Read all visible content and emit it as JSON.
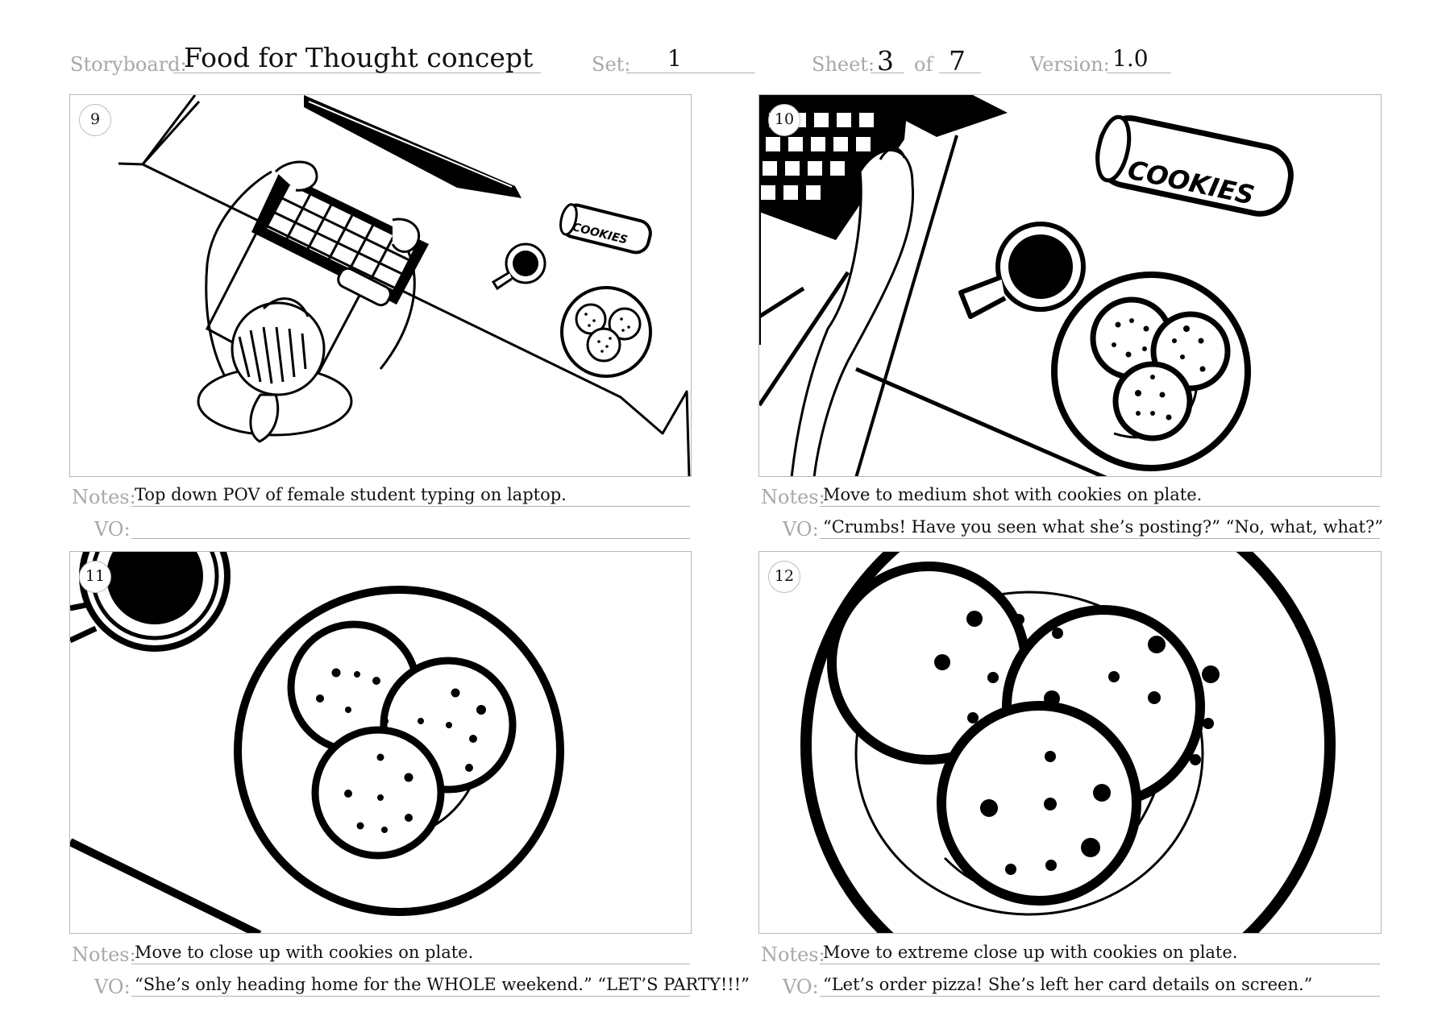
{
  "header": {
    "storyboard_label": "Storyboard:",
    "storyboard_value": "Food for Thought concept",
    "set_label": "Set:",
    "set_value": "1",
    "sheet_label": "Sheet:",
    "sheet_value": "3",
    "of_label": "of",
    "of_value": "7",
    "version_label": "Version:",
    "version_value": "1.0"
  },
  "labels": {
    "notes": "Notes:",
    "vo": "VO:"
  },
  "panels": [
    {
      "number": "9",
      "notes": "Top down POV of female student typing on laptop.",
      "vo": "",
      "tin_text": "COOKIES"
    },
    {
      "number": "10",
      "notes": "Move to medium shot with cookies on plate.",
      "vo": "“Crumbs! Have you seen what she’s posting?” “No, what, what?”",
      "tin_text": "COOKIES"
    },
    {
      "number": "11",
      "notes": "Move to close up with cookies on plate.",
      "vo": "“She’s only heading home for the WHOLE weekend.” “LET’S PARTY!!!”"
    },
    {
      "number": "12",
      "notes": "Move to extreme close up with cookies on plate.",
      "vo": "“Let’s order pizza! She’s left her card details on screen.”"
    }
  ]
}
